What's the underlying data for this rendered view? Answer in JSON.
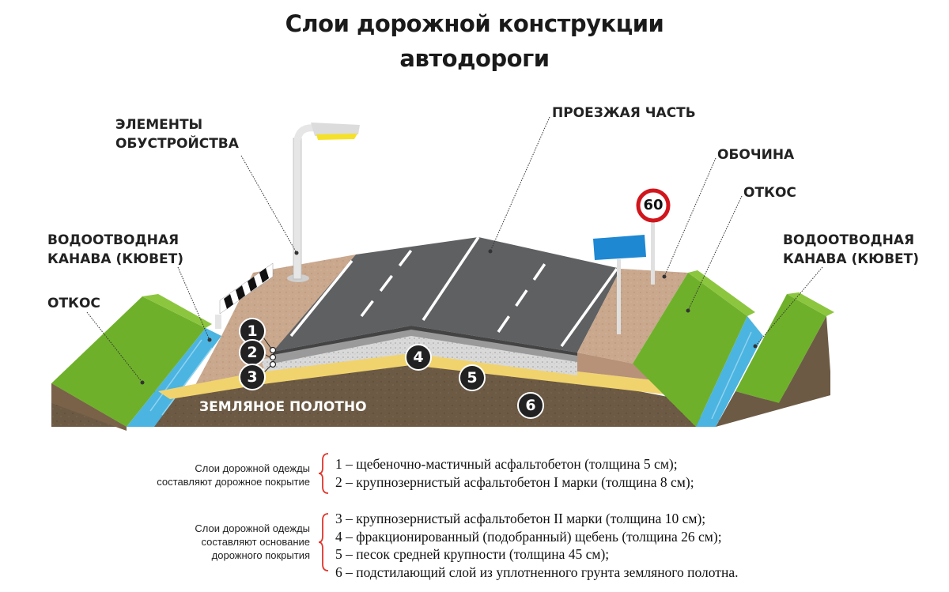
{
  "title": {
    "line1": "Слои дорожной конструкции",
    "line2": "автодороги"
  },
  "callouts": {
    "elements_line1": "ЭЛЕМЕНТЫ",
    "elements_line2": "ОБУСТРОЙСТВА",
    "carriageway": "ПРОЕЗЖАЯ ЧАСТЬ",
    "shoulder": "ОБОЧИНА",
    "slope_right": "ОТКОС",
    "ditch_left_line1": "ВОДООТВОДНАЯ",
    "ditch_left_line2": "КАНАВА (КЮВЕТ)",
    "ditch_right_line1": "ВОДООТВОДНАЯ",
    "ditch_right_line2": "КАНАВА (КЮВЕТ)",
    "slope_left": "ОТКОС",
    "subgrade": "ЗЕМЛЯНОЕ ПОЛОТНО"
  },
  "speed_sign": "60",
  "markers": [
    "1",
    "2",
    "3",
    "4",
    "5",
    "6"
  ],
  "colors": {
    "asphalt": "#5f6062",
    "shoulder": "#c9a88e",
    "sand": "#f1d36d",
    "earth": "#6c5a45",
    "grass": "#6fb02b",
    "water": "#4cb4e0",
    "sign_blue": "#1e88d2",
    "sign_red": "#d0161c",
    "lamp": "#f5e12a"
  },
  "legend": {
    "group1": {
      "label_line1": "Слои дорожной одежды",
      "label_line2": "составляют дорожное покрытие",
      "items": [
        "1 – щебеночно-мастичный асфальтобетон (толщина 5 см);",
        "2 – крупнозернистый асфальтобетон I марки (толщина 8 см);"
      ]
    },
    "group2": {
      "label_line1": "Слои дорожной одежды",
      "label_line2": "составляют основание",
      "label_line3": "дорожного покрытия",
      "items": [
        "3 – крупнозернистый асфальтобетон II марки (толщина 10 см);",
        "4 – фракционированный (подобранный) щебень (толщина 26 см);",
        "5 – песок средней крупности (толщина 45 см);",
        "6 – подстилающий слой из уплотненного грунта земляного полотна."
      ]
    }
  }
}
